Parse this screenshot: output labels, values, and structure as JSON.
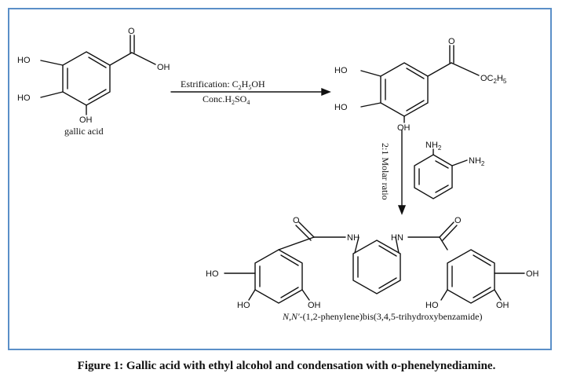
{
  "gallic_acid": {
    "name": "gallic acid",
    "ho_top": "HO",
    "ho_mid": "HO",
    "oh_bottom": "OH",
    "oh_acid": "OH",
    "carbonyl_o": "O"
  },
  "step1": {
    "condition_top_text": "Estrification: C",
    "condition_top_sub1": "2",
    "condition_top_mid": "H",
    "condition_top_sub2": "5",
    "condition_top_end": "OH",
    "condition_bottom_text": "Conc.H",
    "condition_bottom_sub1": "2",
    "condition_bottom_mid": "SO",
    "condition_bottom_sub2": "4"
  },
  "ethyl_gallate": {
    "ho_top": "HO",
    "ho_mid": "HO",
    "oh_bottom": "OH",
    "carbonyl_o": "O",
    "ester_text": "OC",
    "ester_sub1": "2",
    "ester_mid": "H",
    "ester_sub2": "5"
  },
  "step2": {
    "molar_ratio": "2:1 Molar ratio",
    "nh2_a": "NH",
    "nh2_a_sub": "2",
    "nh2_b": "NH",
    "nh2_b_sub": "2"
  },
  "product": {
    "nh_left": "NH",
    "nh_right": "HN",
    "o_left": "O",
    "o_right": "O",
    "ho_left": "HO",
    "ho_left_bottom": "HO",
    "oh_left_bottom": "OH",
    "oh_right": "OH",
    "ho_right_bottom": "HO",
    "oh_right_bottom": "OH",
    "name_prefix": "N,N'",
    "name_rest": "-(1,2-phenylene)bis(3,4,5-trihydroxybenzamide)"
  },
  "caption": "Figure 1: Gallic acid with ethyl alcohol and condensation with o-phenelynediamine.",
  "colors": {
    "frame_border": "#5b8fc8",
    "ink": "#111111"
  }
}
